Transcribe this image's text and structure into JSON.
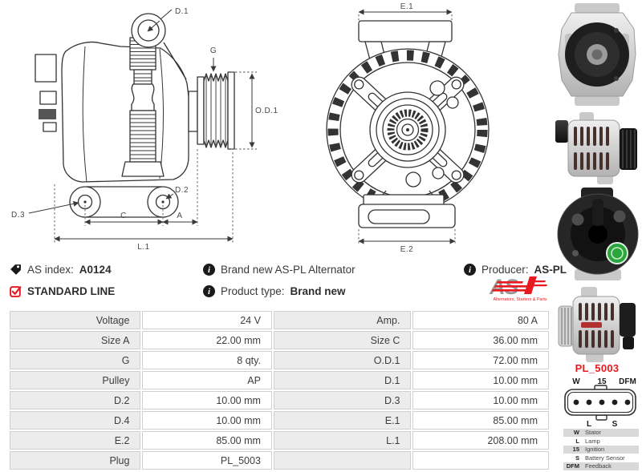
{
  "colors": {
    "accent_red": "#e8191f",
    "table_label_bg": "#ececec",
    "table_border": "#d0d0d0",
    "drawing_stroke": "#333333"
  },
  "info_bar": {
    "as_index_label": "AS index:",
    "as_index_value": "A0124",
    "standard_line_label": "STANDARD LINE",
    "brand_new_text": "Brand new AS-PL Alternator",
    "product_type_label": "Product type:",
    "product_type_value": "Brand new",
    "producer_label": "Producer:",
    "producer_value": "AS-PL",
    "logo_text": "AS",
    "logo_tagline": "Alternators, Starters & Parts"
  },
  "diagram_labels": {
    "side_view": {
      "d1": "D.1",
      "g": "G",
      "od1": "O.D.1",
      "d2": "D.2",
      "d3": "D.3",
      "c": "C",
      "a": "A",
      "l1": "L.1"
    },
    "front_view": {
      "e1": "E.1",
      "e2": "E.2"
    }
  },
  "spec_table": {
    "rows": [
      [
        "Voltage",
        "24 V",
        "Amp.",
        "80 A"
      ],
      [
        "Size A",
        "22.00 mm",
        "Size C",
        "36.00 mm"
      ],
      [
        "G",
        "8 qty.",
        "O.D.1",
        "72.00 mm"
      ],
      [
        "Pulley",
        "AP",
        "D.1",
        "10.00 mm"
      ],
      [
        "D.2",
        "10.00 mm",
        "D.3",
        "10.00 mm"
      ],
      [
        "D.4",
        "10.00 mm",
        "E.1",
        "85.00 mm"
      ],
      [
        "E.2",
        "85.00 mm",
        "L.1",
        "208.00 mm"
      ],
      [
        "Plug",
        "PL_5003",
        "",
        ""
      ]
    ]
  },
  "plug": {
    "title": "PL_5003",
    "pin_labels_top": [
      "W",
      "15",
      "DFM"
    ],
    "pin_labels_bottom": [
      "L",
      "S"
    ],
    "legend": [
      {
        "key": "W",
        "desc": "Stator"
      },
      {
        "key": "L",
        "desc": "Lamp"
      },
      {
        "key": "15",
        "desc": "Ignition"
      },
      {
        "key": "S",
        "desc": "Battery Sensor"
      },
      {
        "key": "DFM",
        "desc": "Feedback"
      }
    ]
  }
}
